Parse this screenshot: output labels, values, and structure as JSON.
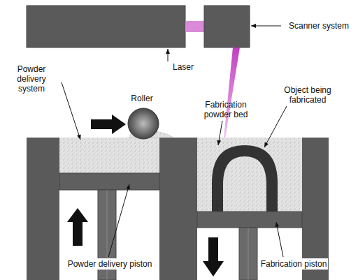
{
  "diagram": {
    "labels": [
      "Laser",
      "Scanner system",
      "Roller",
      "Powder delivery system",
      "Fabrication powder bed",
      "Object being fabricated",
      "Powder delivery piston",
      "Fabrication piston"
    ]
  }
}
